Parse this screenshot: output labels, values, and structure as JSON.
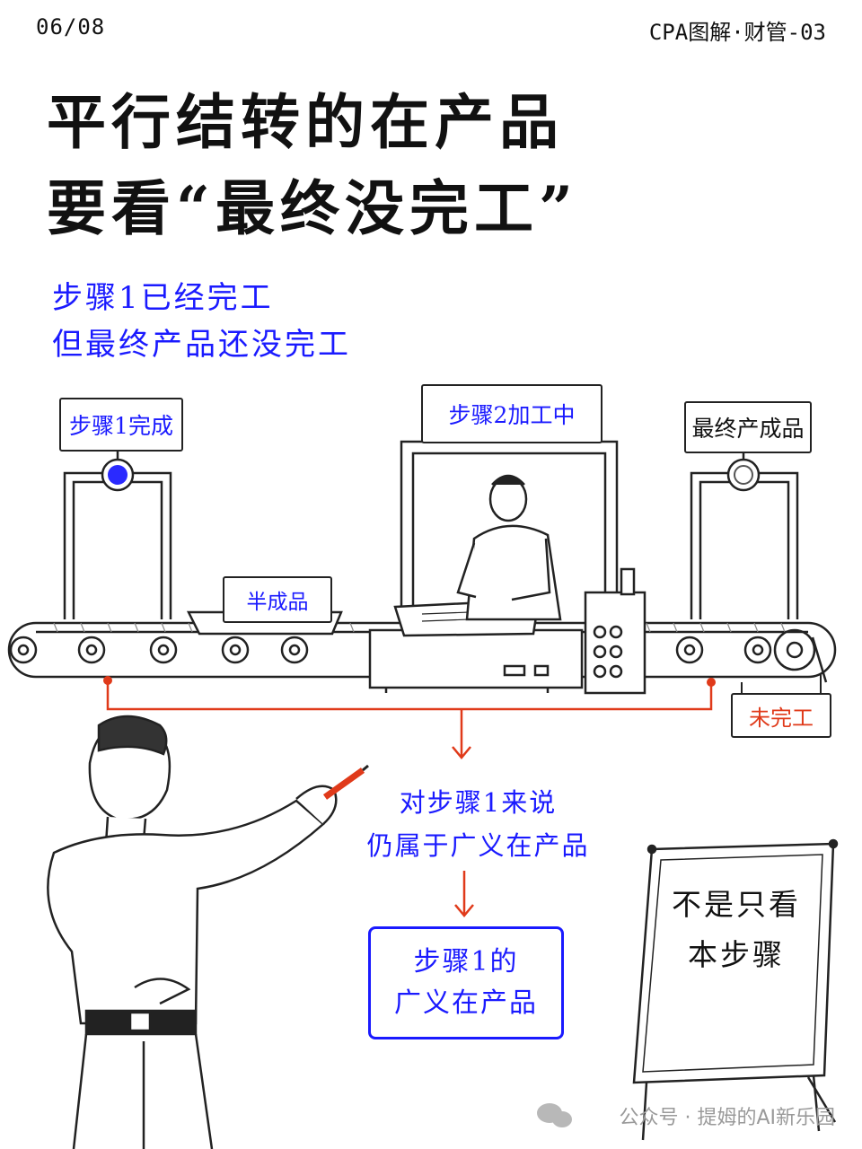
{
  "header": {
    "page": "06/08",
    "series": "CPA图解·财管-03"
  },
  "title": {
    "line1": "平行结转的在产品",
    "line2": "要看“最终没完工”"
  },
  "subtitle": {
    "line1": "步骤1已经完工",
    "line2": "但最终产品还没完工"
  },
  "diagram": {
    "step1_label": "步骤1完成",
    "step2_label": "步骤2加工中",
    "final_label": "最终产成品",
    "semi_label": "半成品",
    "unfinished_label": "未完工"
  },
  "explain": {
    "line1": "对步骤1来说",
    "line2": "仍属于广义在产品"
  },
  "result": {
    "line1": "步骤1的",
    "line2": "广义在产品"
  },
  "board": {
    "line1": "不是只看",
    "line2": "本步骤"
  },
  "watermark": "公众号 · 提姆的AI新乐园",
  "colors": {
    "accent_blue": "#1a1aff",
    "accent_red": "#e03a1a",
    "ink": "#111111"
  }
}
